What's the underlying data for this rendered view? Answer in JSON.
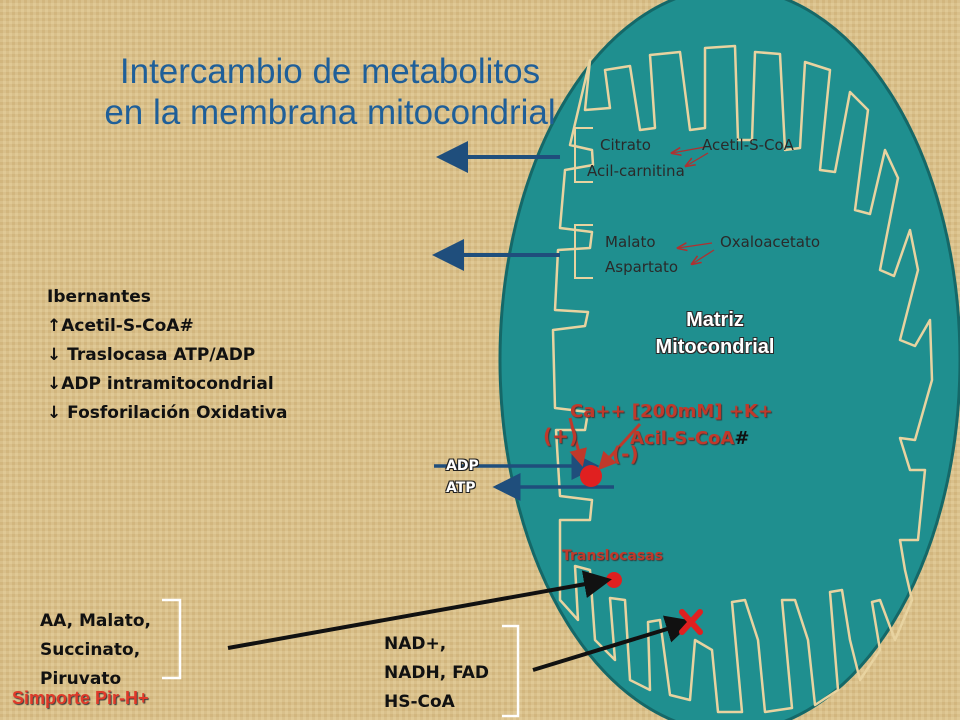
{
  "title": {
    "line1": "Intercambio de metabolitos",
    "line2": "en la membrana mitocondrial"
  },
  "group1": {
    "item1": "Citrato",
    "item2": "Acetil-S-CoA",
    "item3": "Acil-carnitina"
  },
  "group2": {
    "item1": "Malato",
    "item2": "Oxaloacetato",
    "item3": "Aspartato"
  },
  "matrix_label": {
    "line1": "Matriz",
    "line2": "Mitocondrial"
  },
  "ions": {
    "line1": "Ca++ [200mM] +K+",
    "line2_main": "Acil-S-CoA",
    "line2_suffix": "#"
  },
  "regulation": {
    "plus": "(+)",
    "minus": "(-)"
  },
  "exchange": {
    "adp": "ADP",
    "atp": "ATP"
  },
  "translocases": "Translocasas",
  "hibernators": {
    "heading": "Ibernantes",
    "items": [
      "↑Acetil-S-CoA#",
      "↓ Traslocasa ATP/ADP",
      "↓ADP intramitocondrial",
      "↓ Fosforilación Oxidativa"
    ]
  },
  "substrates": [
    "AA, Malato,",
    "Succinato,",
    "Piruvato"
  ],
  "cofactors": [
    "NAD+,",
    "NADH, FAD",
    "HS-CoA"
  ],
  "symport": "Simporte Pir-H+",
  "colors": {
    "matrix_fill": "#1f8f8f",
    "arrow_blue": "#1f4e7c",
    "title_blue": "#1f5f99",
    "accent_red": "#c0392b",
    "block_red": "#e02020",
    "background": "#d8bf8a"
  }
}
